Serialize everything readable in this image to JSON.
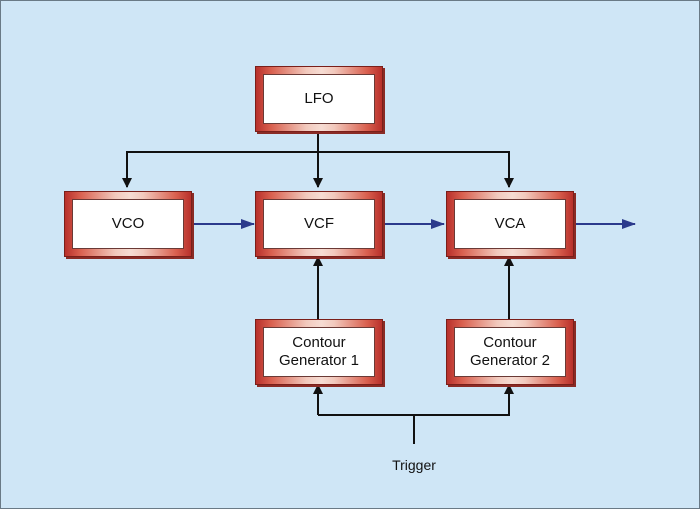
{
  "diagram": {
    "background_color": "#cfe6f6",
    "blocks": {
      "lfo": "LFO",
      "vco": "VCO",
      "vcf": "VCF",
      "vca": "VCA",
      "contour1": "Contour\nGenerator 1",
      "contour2": "Contour\nGenerator 2"
    },
    "labels": {
      "trigger": "Trigger"
    },
    "colors": {
      "signal_arrow": "#2b3a8c",
      "control_arrow": "#111111",
      "block_frame": "#c0392b"
    }
  }
}
